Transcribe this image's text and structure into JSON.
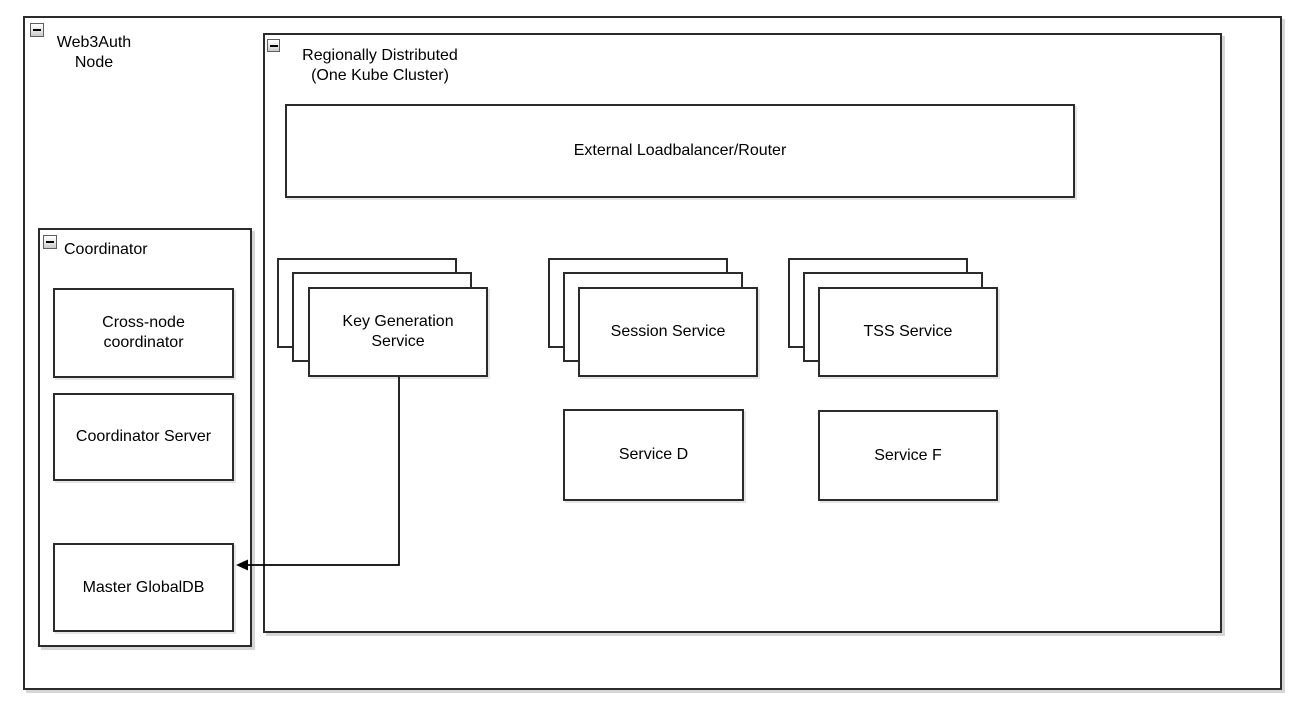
{
  "diagram": {
    "kind": "drawio-architecture-diagram",
    "colors": {
      "background": "#ffffff",
      "shape_border": "#2b2b2b",
      "shape_fill": "#ffffff",
      "text": "#000000",
      "shadow": "#d6d6d6"
    },
    "containers": {
      "web3auth_node": {
        "label": "Web3Auth\nNode",
        "collapse_icon": "minus"
      },
      "regionally_distributed": {
        "label": "Regionally Distributed\n(One Kube Cluster)",
        "collapse_icon": "minus"
      },
      "coordinator": {
        "label": "Coordinator",
        "collapse_icon": "minus"
      }
    },
    "nodes": {
      "external_loadbalancer": {
        "label": "External Loadbalancer/Router"
      },
      "key_generation_service": {
        "label": "Key Generation\nService",
        "replicas_shown": 3
      },
      "session_service": {
        "label": "Session Service",
        "replicas_shown": 3
      },
      "tss_service": {
        "label": "TSS Service",
        "replicas_shown": 3
      },
      "service_d": {
        "label": "Service D"
      },
      "service_f": {
        "label": "Service F"
      },
      "cross_node_coordinator": {
        "label": "Cross-node\ncoordinator"
      },
      "coordinator_server": {
        "label": "Coordinator Server"
      },
      "master_globaldb": {
        "label": "Master GlobalDB"
      }
    },
    "edges": [
      {
        "from": "key_generation_service",
        "to": "master_globaldb",
        "style": "orthogonal",
        "arrow": "target-left"
      }
    ]
  }
}
